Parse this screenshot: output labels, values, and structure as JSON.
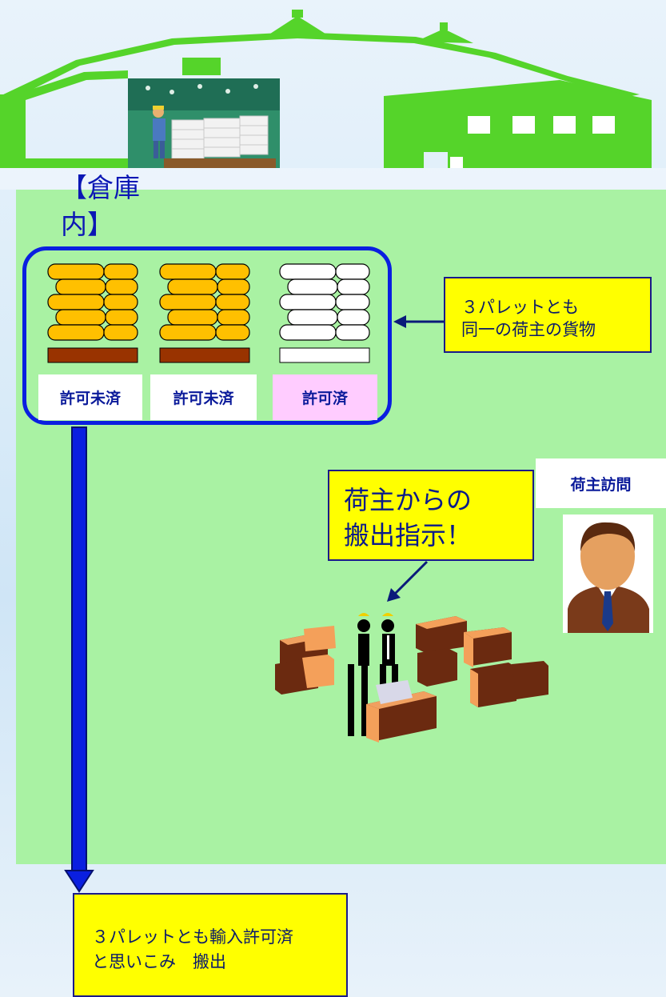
{
  "warehouse": {
    "label": "【倉庫内】",
    "label_line1": "【倉庫",
    "label_line2": "内】"
  },
  "pallets": [
    {
      "status": "許可未済",
      "bag_color": "#ffc000",
      "base_color": "#993300",
      "status_bg": "#ffffff"
    },
    {
      "status": "許可未済",
      "bag_color": "#ffc000",
      "base_color": "#993300",
      "status_bg": "#ffffff"
    },
    {
      "status": "許可済",
      "bag_color": "#ffffff",
      "base_color": "#ffffff",
      "status_bg": "#ffccff"
    }
  ],
  "same_shipper": {
    "line1": "３パレットとも",
    "line2": "同一の荷主の貨物"
  },
  "shipper_visit": {
    "label": "荷主訪問"
  },
  "instruction": {
    "line1": "荷主からの",
    "line2": "搬出指示！"
  },
  "result": {
    "line1": "３パレットとも輸入許可済",
    "line2": "と思いこみ　搬出"
  },
  "colors": {
    "zone": "#a9f2a3",
    "building": "#55d42a",
    "callout": "#ffff00",
    "flow_arrow": "#0a1fe0",
    "text": "#0a1a9a"
  }
}
